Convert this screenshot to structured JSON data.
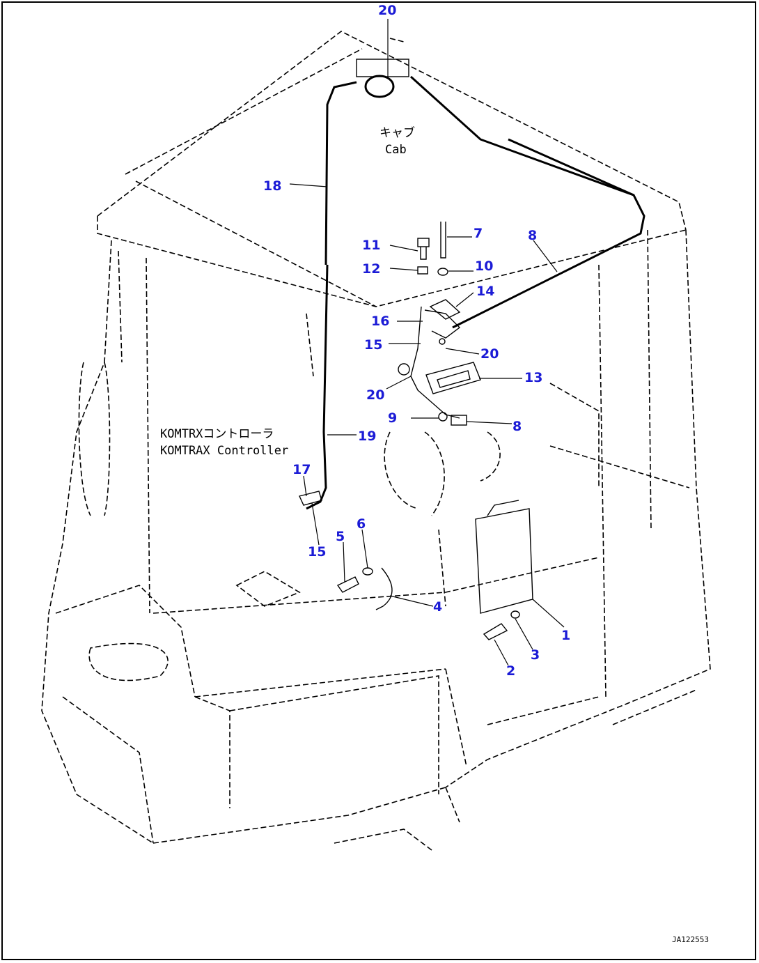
{
  "labels": {
    "cab_jp": "キャブ",
    "cab_en": "Cab",
    "controller_jp": "KOMTRXコントローラ",
    "controller_en": "KOMTRAX Controller",
    "footer_code": "JA122553"
  },
  "callouts": [
    "1",
    "2",
    "3",
    "4",
    "5",
    "6",
    "7",
    "8",
    "8",
    "9",
    "10",
    "11",
    "12",
    "13",
    "14",
    "15",
    "15",
    "16",
    "17",
    "18",
    "19",
    "20",
    "20",
    "20"
  ]
}
